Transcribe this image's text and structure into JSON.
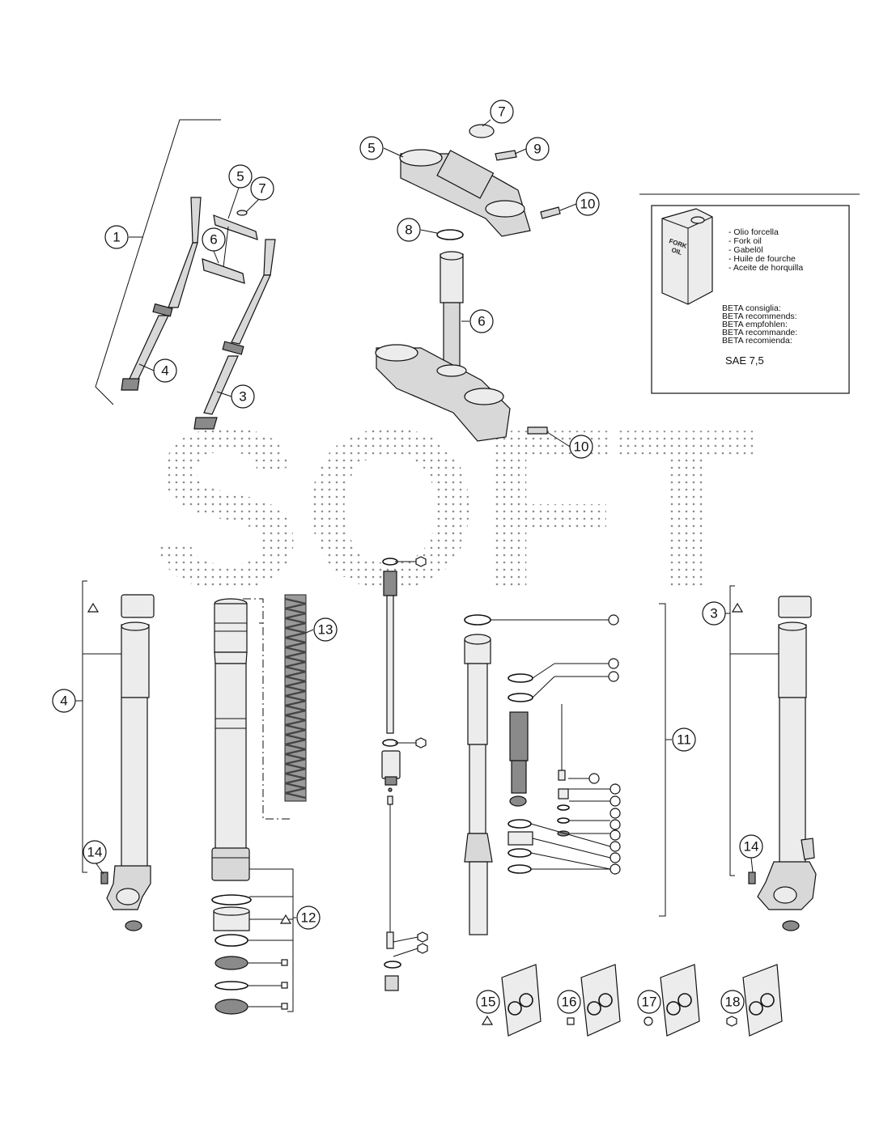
{
  "legend": {
    "lines": [
      "- Olio forcella",
      "- Fork oil",
      "- Gabelöl",
      "- Huile de fourche",
      "- Aceite de horquilla"
    ],
    "recommend_lines": [
      "BETA consiglia:",
      "BETA recommends:",
      "BETA empfohlen:",
      "BETA recommande:",
      "BETA recomienda:"
    ],
    "value": "SAE 7,5",
    "can_label": [
      "FORK",
      "OIL"
    ]
  },
  "watermark": "SOFT",
  "callouts": [
    {
      "id": "c1",
      "label": "1"
    },
    {
      "id": "c2",
      "label": "3"
    },
    {
      "id": "c3",
      "label": "4"
    },
    {
      "id": "c4",
      "label": "5"
    },
    {
      "id": "c5",
      "label": "6"
    },
    {
      "id": "c6",
      "label": "7"
    },
    {
      "id": "c7",
      "label": "7"
    },
    {
      "id": "c8",
      "label": "5"
    },
    {
      "id": "c9",
      "label": "9"
    },
    {
      "id": "c10",
      "label": "10"
    },
    {
      "id": "c11",
      "label": "8"
    },
    {
      "id": "c12",
      "label": "6"
    },
    {
      "id": "c13",
      "label": "10"
    },
    {
      "id": "c14",
      "label": "4"
    },
    {
      "id": "c15",
      "label": "14"
    },
    {
      "id": "c16",
      "label": "13"
    },
    {
      "id": "c17",
      "label": "12"
    },
    {
      "id": "c18",
      "label": "11"
    },
    {
      "id": "c19",
      "label": "3"
    },
    {
      "id": "c20",
      "label": "14"
    },
    {
      "id": "c21",
      "label": "15"
    },
    {
      "id": "c22",
      "label": "16"
    },
    {
      "id": "c23",
      "label": "17"
    },
    {
      "id": "c24",
      "label": "18"
    }
  ]
}
